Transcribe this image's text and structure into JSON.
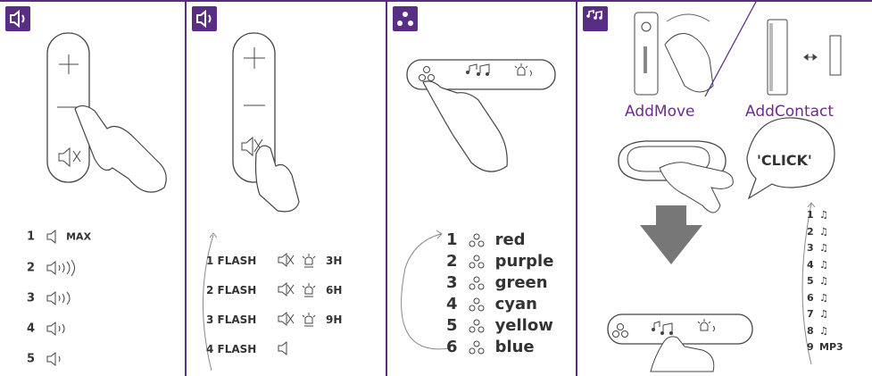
{
  "panel1": {
    "levels": [
      {
        "num": "1",
        "label": "MAX"
      },
      {
        "num": "2"
      },
      {
        "num": "3"
      },
      {
        "num": "4"
      },
      {
        "num": "5"
      }
    ]
  },
  "panel2": {
    "rows": [
      {
        "flash": "1 FLASH",
        "duration": "3H"
      },
      {
        "flash": "2 FLASH",
        "duration": "6H"
      },
      {
        "flash": "3 FLASH",
        "duration": "9H"
      },
      {
        "flash": "4 FLASH",
        "duration": ""
      }
    ]
  },
  "panel3": {
    "colors": [
      {
        "num": "1",
        "name": "red"
      },
      {
        "num": "2",
        "name": "purple"
      },
      {
        "num": "3",
        "name": "green"
      },
      {
        "num": "4",
        "name": "cyan"
      },
      {
        "num": "5",
        "name": "yellow"
      },
      {
        "num": "6",
        "name": "blue"
      }
    ]
  },
  "panel4": {
    "add_move": "AddMove",
    "add_contact": "AddContact",
    "click_bubble": "'CLICK'",
    "melodies": [
      {
        "num": "1",
        "label": ""
      },
      {
        "num": "2",
        "label": ""
      },
      {
        "num": "3",
        "label": ""
      },
      {
        "num": "4",
        "label": ""
      },
      {
        "num": "5",
        "label": ""
      },
      {
        "num": "6",
        "label": ""
      },
      {
        "num": "7",
        "label": ""
      },
      {
        "num": "8",
        "label": ""
      },
      {
        "num": "9",
        "label": "MP3"
      }
    ]
  },
  "icons": {
    "panel1_badge": "speaker-icon",
    "panel2_badge": "speaker-icon",
    "panel3_badge": "three-dots-icon",
    "panel4_badge": "music-notes-icon"
  },
  "colors": {
    "accent": "#5a2d84",
    "text": "#333333",
    "label": "#6d2c8e"
  }
}
